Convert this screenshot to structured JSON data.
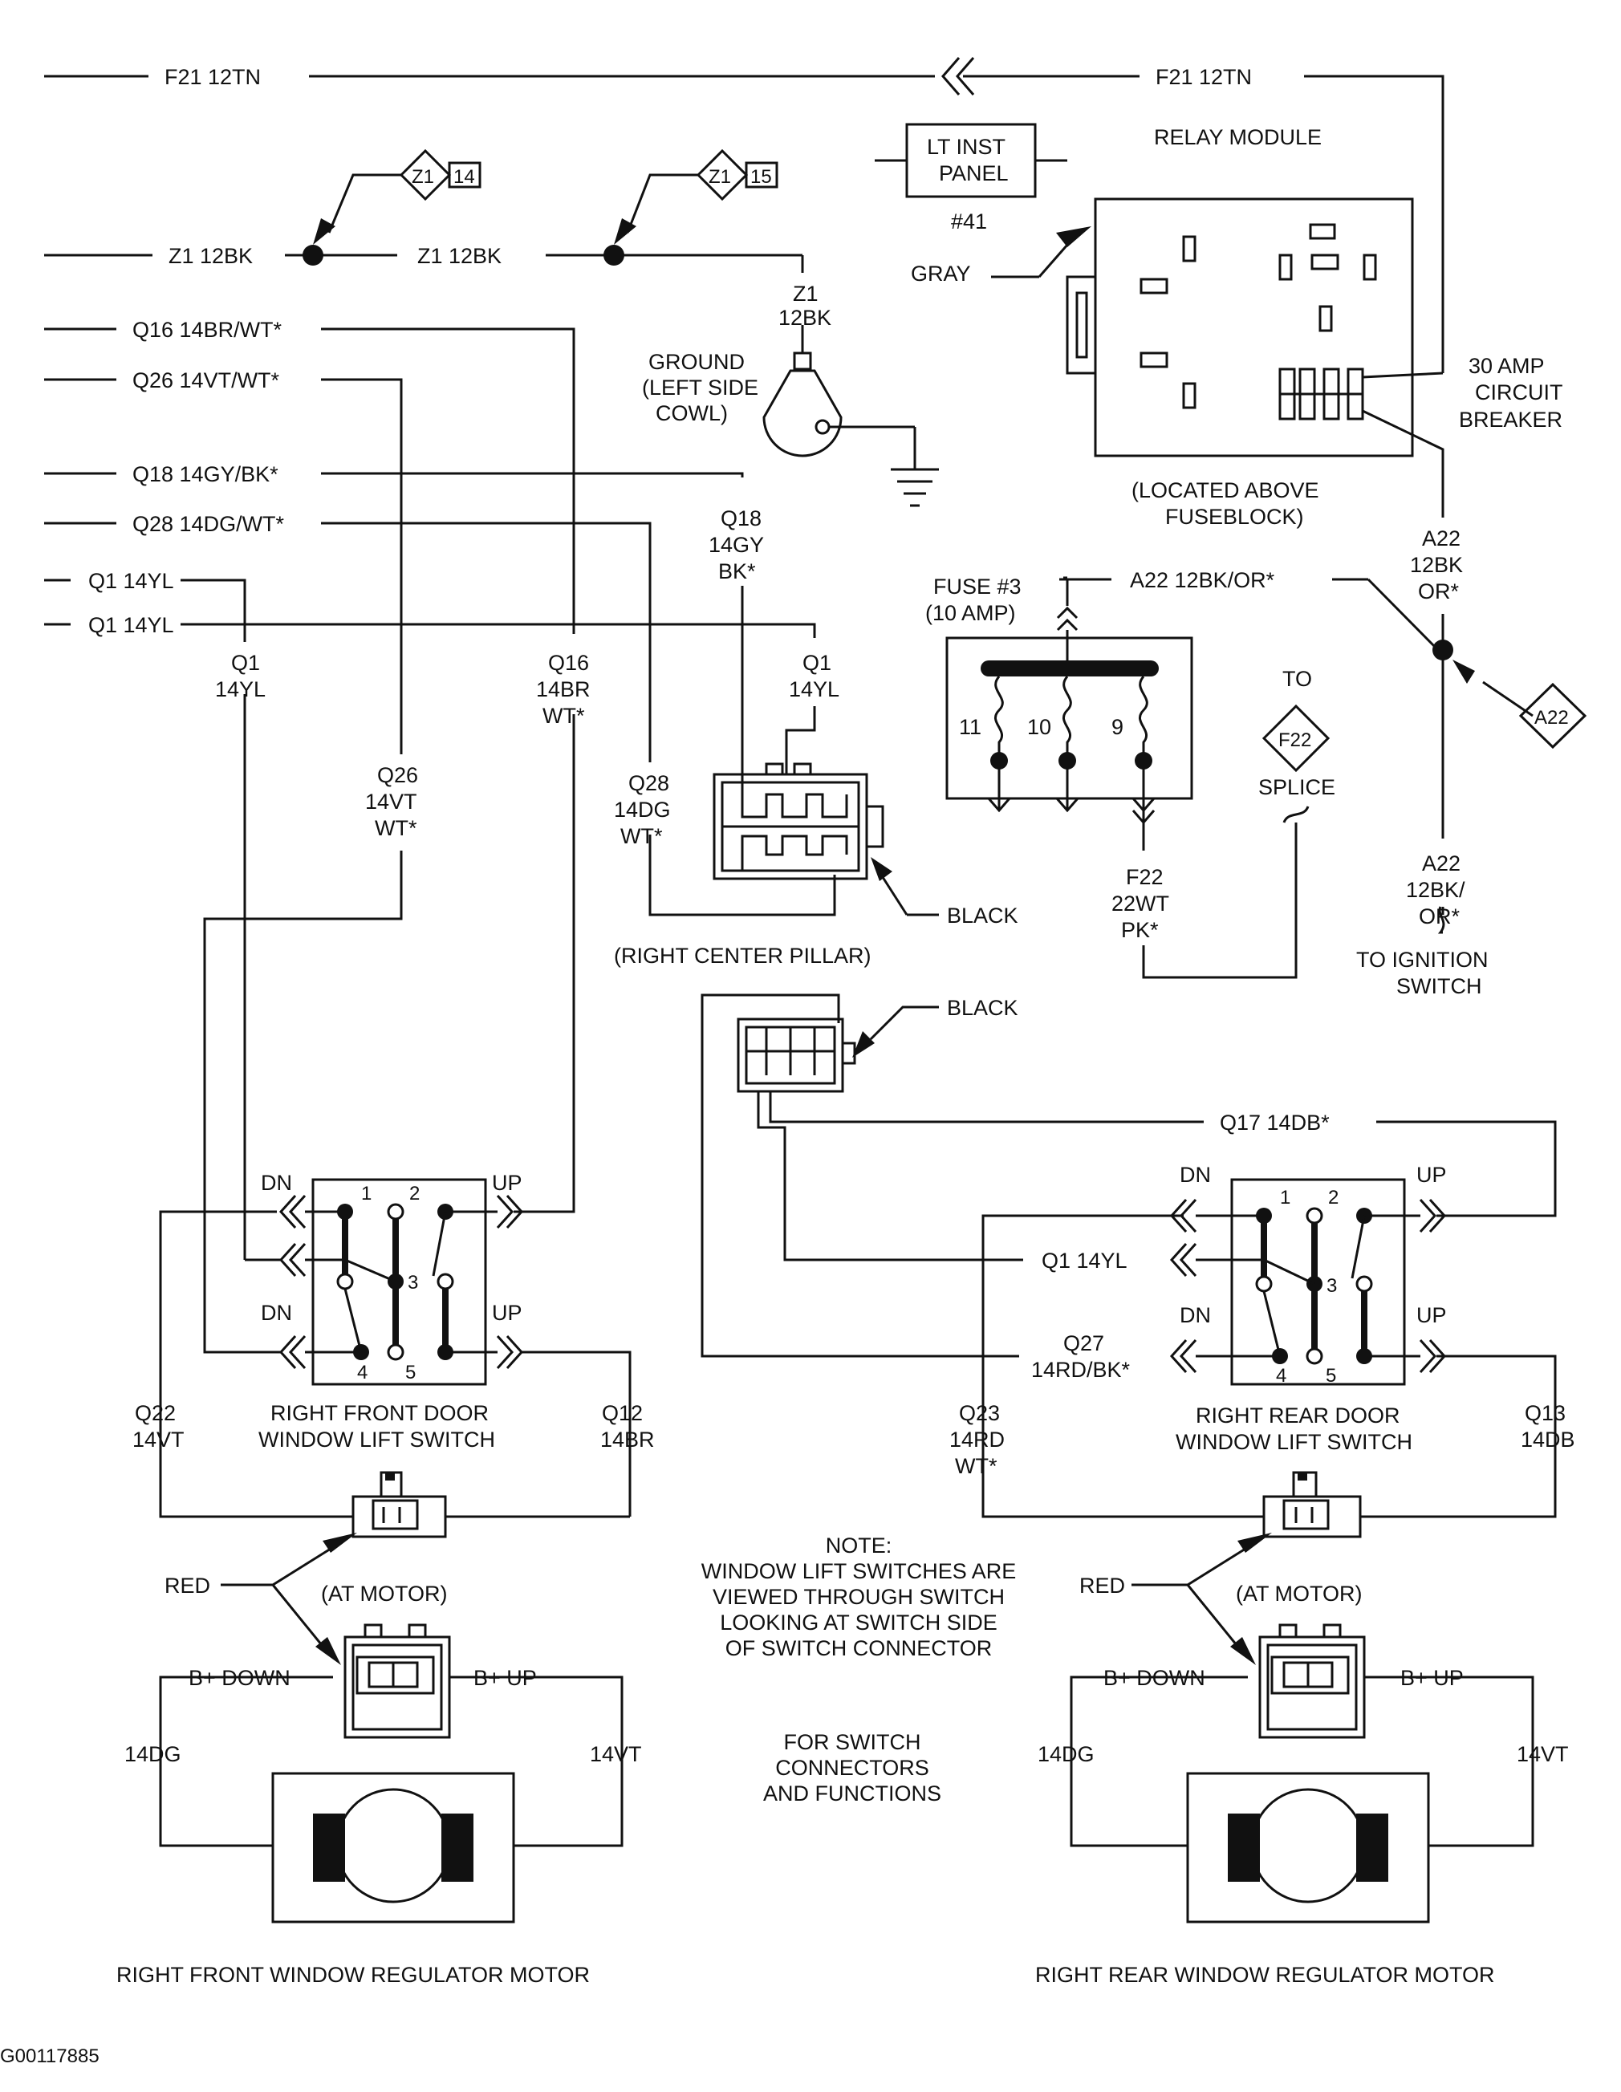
{
  "wires": {
    "f21_left": "F21 12TN",
    "f21_right": "F21 12TN",
    "z1_left": "Z1 12BK",
    "z1_mid": "Z1 12BK",
    "z1_drop_a": "Z1",
    "z1_drop_b": "12BK",
    "q16": "Q16 14BR/WT*",
    "q26": "Q26 14VT/WT*",
    "q18": "Q18 14GY/BK*",
    "q28": "Q28 14DG/WT*",
    "q1_a": "Q1 14YL",
    "q1_b": "Q1 14YL",
    "q1_v_a": "Q1",
    "q1_v_b": "14YL",
    "q26_v_a": "Q26",
    "q26_v_b": "14VT",
    "q26_v_c": "WT*",
    "q16_v_a": "Q16",
    "q16_v_b": "14BR",
    "q16_v_c": "WT*",
    "q28_v_a": "Q28",
    "q28_v_b": "14DG",
    "q28_v_c": "WT*",
    "q18_v_a": "Q18",
    "q18_v_b": "14GY",
    "q18_v_c": "BK*",
    "q1p_a": "Q1",
    "q1p_b": "14YL",
    "a22_top": "A22 12BK/OR*",
    "a22_r_a": "A22",
    "a22_r_b": "12BK",
    "a22_r_c": "OR*",
    "a22_low_a": "A22",
    "a22_low_b": "12BK/",
    "a22_low_c": "OR*",
    "f22_a": "F22",
    "f22_b": "22WT",
    "f22_c": "PK*",
    "q17": "Q17 14DB*",
    "q1_rear": "Q1 14YL",
    "q27_a": "Q27",
    "q27_b": "14RD/BK*",
    "q22_a": "Q22",
    "q22_b": "14VT",
    "q12_a": "Q12",
    "q12_b": "14BR",
    "q23_a": "Q23",
    "q23_b": "14RD",
    "q23_c": "WT*",
    "q13_a": "Q13",
    "q13_b": "14DB",
    "dg_front": "14DG",
    "vt_front": "14VT",
    "dg_rear": "14DG",
    "vt_rear": "14VT"
  },
  "components": {
    "lt_inst_a": "LT INST",
    "lt_inst_b": "PANEL",
    "lt_inst_num": "#41",
    "relay_title": "RELAY MODULE",
    "gray": "GRAY",
    "cb_a": "30 AMP",
    "cb_b": "CIRCUIT",
    "cb_c": "BREAKER",
    "relay_loc_a": "(LOCATED ABOVE",
    "relay_loc_b": "FUSEBLOCK)",
    "ground_a": "GROUND",
    "ground_b": "(LEFT SIDE",
    "ground_c": "COWL)",
    "fuse_a": "FUSE #3",
    "fuse_b": "(10 AMP)",
    "fuse_11": "11",
    "fuse_10": "10",
    "fuse_9": "9",
    "to": "TO",
    "splice": "SPLICE",
    "to_ign_a": "TO IGNITION",
    "to_ign_b": "SWITCH",
    "black_pillar": "BLACK",
    "pillar": "(RIGHT CENTER PILLAR)",
    "black_rear": "BLACK"
  },
  "markers": {
    "z1_14_a": "Z1",
    "z1_14_b": "14",
    "z1_15_a": "Z1",
    "z1_15_b": "15",
    "f22": "F22",
    "a22": "A22"
  },
  "front_switch": {
    "title_a": "RIGHT FRONT DOOR",
    "title_b": "WINDOW LIFT SWITCH",
    "dn_top": "DN",
    "up_top": "UP",
    "dn_bot": "DN",
    "up_bot": "UP",
    "t1": "1",
    "t2": "2",
    "t3": "3",
    "t4": "4",
    "t5": "5"
  },
  "rear_switch": {
    "title_a": "RIGHT REAR DOOR",
    "title_b": "WINDOW LIFT SWITCH",
    "dn_top": "DN",
    "up_top": "UP",
    "dn_bot": "DN",
    "up_bot": "UP",
    "t1": "1",
    "t2": "2",
    "t3": "3",
    "t4": "4",
    "t5": "5"
  },
  "front_motor": {
    "red": "RED",
    "at_motor": "(AT MOTOR)",
    "bdown": "B+ DOWN",
    "bup": "B+ UP",
    "caption": "RIGHT FRONT WINDOW REGULATOR MOTOR"
  },
  "rear_motor": {
    "red": "RED",
    "at_motor": "(AT MOTOR)",
    "bdown": "B+ DOWN",
    "bup": "B+ UP",
    "caption": "RIGHT REAR WINDOW REGULATOR MOTOR"
  },
  "notes": {
    "note_a": "NOTE:",
    "note_b": "WINDOW LIFT SWITCHES ARE",
    "note_c": "VIEWED THROUGH SWITCH",
    "note_d": "LOOKING AT SWITCH SIDE",
    "note_e": "OF SWITCH CONNECTOR",
    "for_a": "FOR SWITCH",
    "for_b": "CONNECTORS",
    "for_c": "AND FUNCTIONS",
    "figure_id": "G00117885"
  }
}
